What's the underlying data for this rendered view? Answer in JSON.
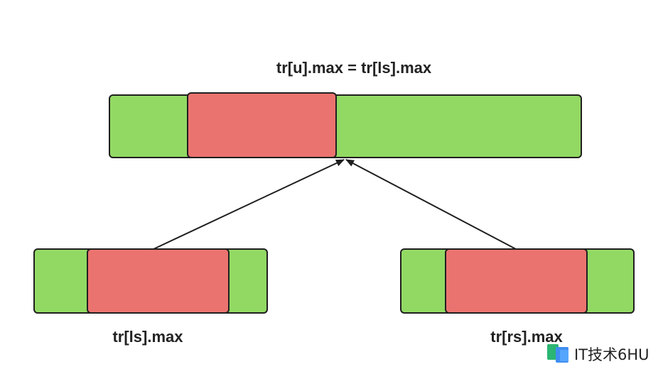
{
  "labels": {
    "top": "tr[u].max = tr[ls].max",
    "left": "tr[ls].max",
    "right": "tr[rs].max"
  },
  "colors": {
    "segment": "#92d964",
    "highlight": "#eb736f",
    "stroke": "#1f1f1f"
  },
  "watermark": {
    "text": "IT技术6HU"
  }
}
